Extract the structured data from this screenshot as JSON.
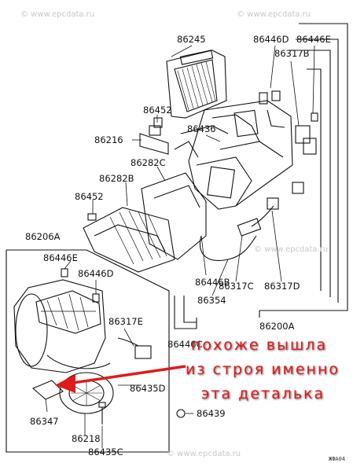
{
  "watermarks": {
    "top_left": "© www.epcdata.ru",
    "top_center": "© www.epcdata.ru",
    "mid_right": "© www.epcdata.ru",
    "bottom_center": "© www.epcdata.ru"
  },
  "parts": {
    "p86245": "86245",
    "p86446D_top": "86446D",
    "p86446E_top": "86446E",
    "p86317B": "86317B",
    "p86452_top": "86452",
    "p86216": "86216",
    "p86436": "86436",
    "p86282C": "86282C",
    "p86282B": "86282B",
    "p86452_left": "86452",
    "p86206A": "86206A",
    "p86446E_left": "86446E",
    "p86446D_left": "86446D",
    "p86446B": "86446B",
    "p86317C": "86317C",
    "p86317D": "86317D",
    "p86354": "86354",
    "p86317E": "86317E",
    "p86200A": "86200A",
    "p86446C": "86446C",
    "p86435D": "86435D",
    "p86439": "86439",
    "p86347": "86347",
    "p86218": "86218",
    "p86435C": "86435C"
  },
  "annotation": {
    "line1": "похоже вышла",
    "line2": "из строя именно",
    "line3": "эта деталька",
    "color": "#e0191b"
  },
  "figure_code": "ЖФА04"
}
